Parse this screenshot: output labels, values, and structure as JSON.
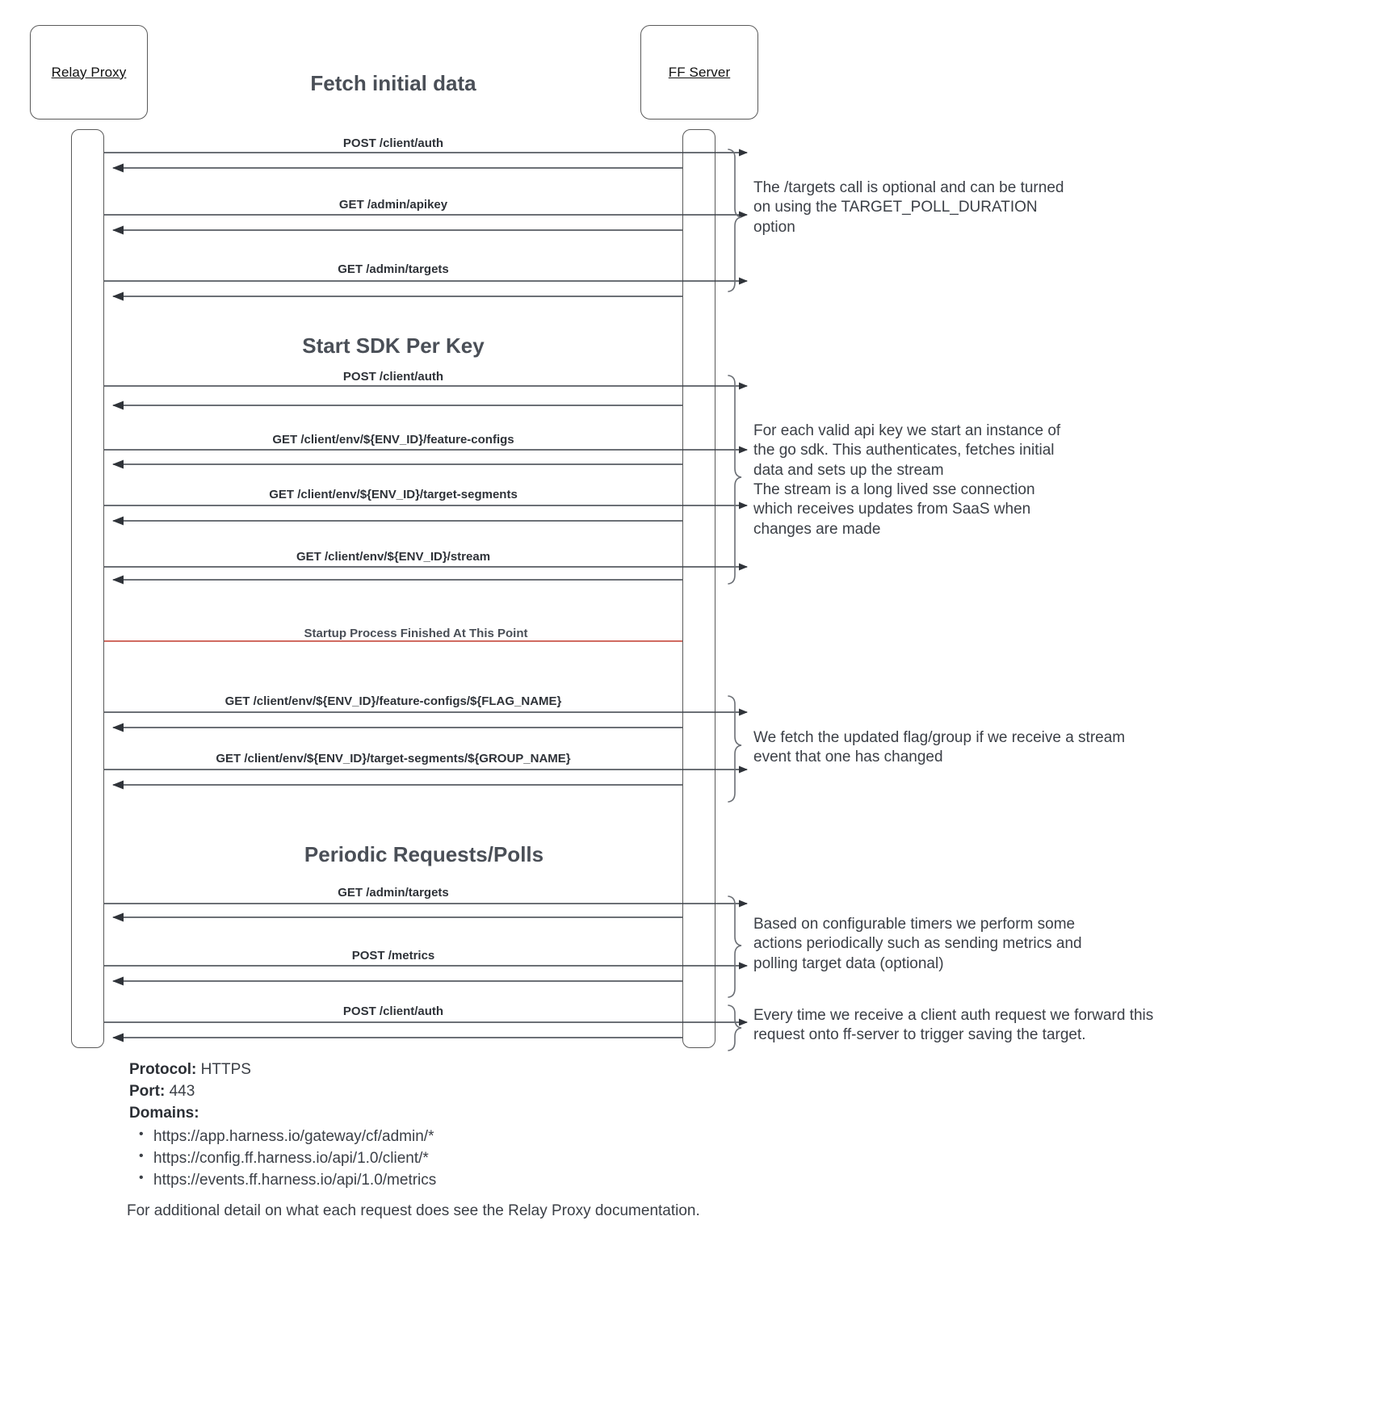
{
  "diagram": {
    "participants": [
      {
        "name": "relay-proxy",
        "label": "Relay Proxy"
      },
      {
        "name": "ff-server",
        "label": "FF Server"
      }
    ],
    "sections": [
      {
        "id": "fetch-initial-data",
        "title": "Fetch initial data"
      },
      {
        "id": "start-sdk-per-key",
        "title": "Start SDK Per Key"
      },
      {
        "id": "periodic-requests",
        "title": "Periodic Requests/Polls"
      }
    ],
    "divider": {
      "label": "Startup Process Finished At This Point",
      "color": "#c0392b"
    },
    "messages": [
      {
        "id": "m1",
        "label": "POST /client/auth"
      },
      {
        "id": "m2",
        "label": "GET /admin/apikey"
      },
      {
        "id": "m3",
        "label": "GET /admin/targets"
      },
      {
        "id": "m4",
        "label": "POST /client/auth"
      },
      {
        "id": "m5",
        "label": "GET /client/env/${ENV_ID}/feature-configs"
      },
      {
        "id": "m6",
        "label": "GET /client/env/${ENV_ID}/target-segments"
      },
      {
        "id": "m7",
        "label": "GET /client/env/${ENV_ID}/stream"
      },
      {
        "id": "m8",
        "label": "GET /client/env/${ENV_ID}/feature-configs/${FLAG_NAME}"
      },
      {
        "id": "m9",
        "label": "GET /client/env/${ENV_ID}/target-segments/${GROUP_NAME}"
      },
      {
        "id": "m10",
        "label": "GET /admin/targets"
      },
      {
        "id": "m11",
        "label": "POST /metrics"
      },
      {
        "id": "m12",
        "label": "POST /client/auth"
      }
    ],
    "notes": [
      {
        "id": "n1",
        "text": "The /targets call is optional and can be turned\non using the TARGET_POLL_DURATION\noption"
      },
      {
        "id": "n2",
        "text": "For each valid api key we start an instance of\nthe go sdk. This authenticates, fetches initial\ndata and sets up the stream\nThe stream is a long lived sse connection\nwhich receives updates from SaaS when\nchanges are made"
      },
      {
        "id": "n3",
        "text": "We fetch the updated flag/group if we receive a stream\nevent that one has changed"
      },
      {
        "id": "n4",
        "text": "Based on configurable timers we perform some\nactions periodically such as sending metrics and\npolling target data (optional)"
      },
      {
        "id": "n5",
        "text": "Every time we receive a client auth request we forward this\nrequest onto ff-server to trigger saving the target."
      }
    ]
  },
  "footer": {
    "protocol_label": "Protocol:",
    "protocol_value": "HTTPS",
    "port_label": "Port:",
    "port_value": "443",
    "domains_label": "Domains:",
    "domains": [
      "https://app.harness.io/gateway/cf/admin/*",
      "https://config.ff.harness.io/api/1.0/client/*",
      "https://events.ff.harness.io/api/1.0/metrics"
    ],
    "closing_note": "For additional detail on what each request does see the Relay Proxy documentation."
  }
}
